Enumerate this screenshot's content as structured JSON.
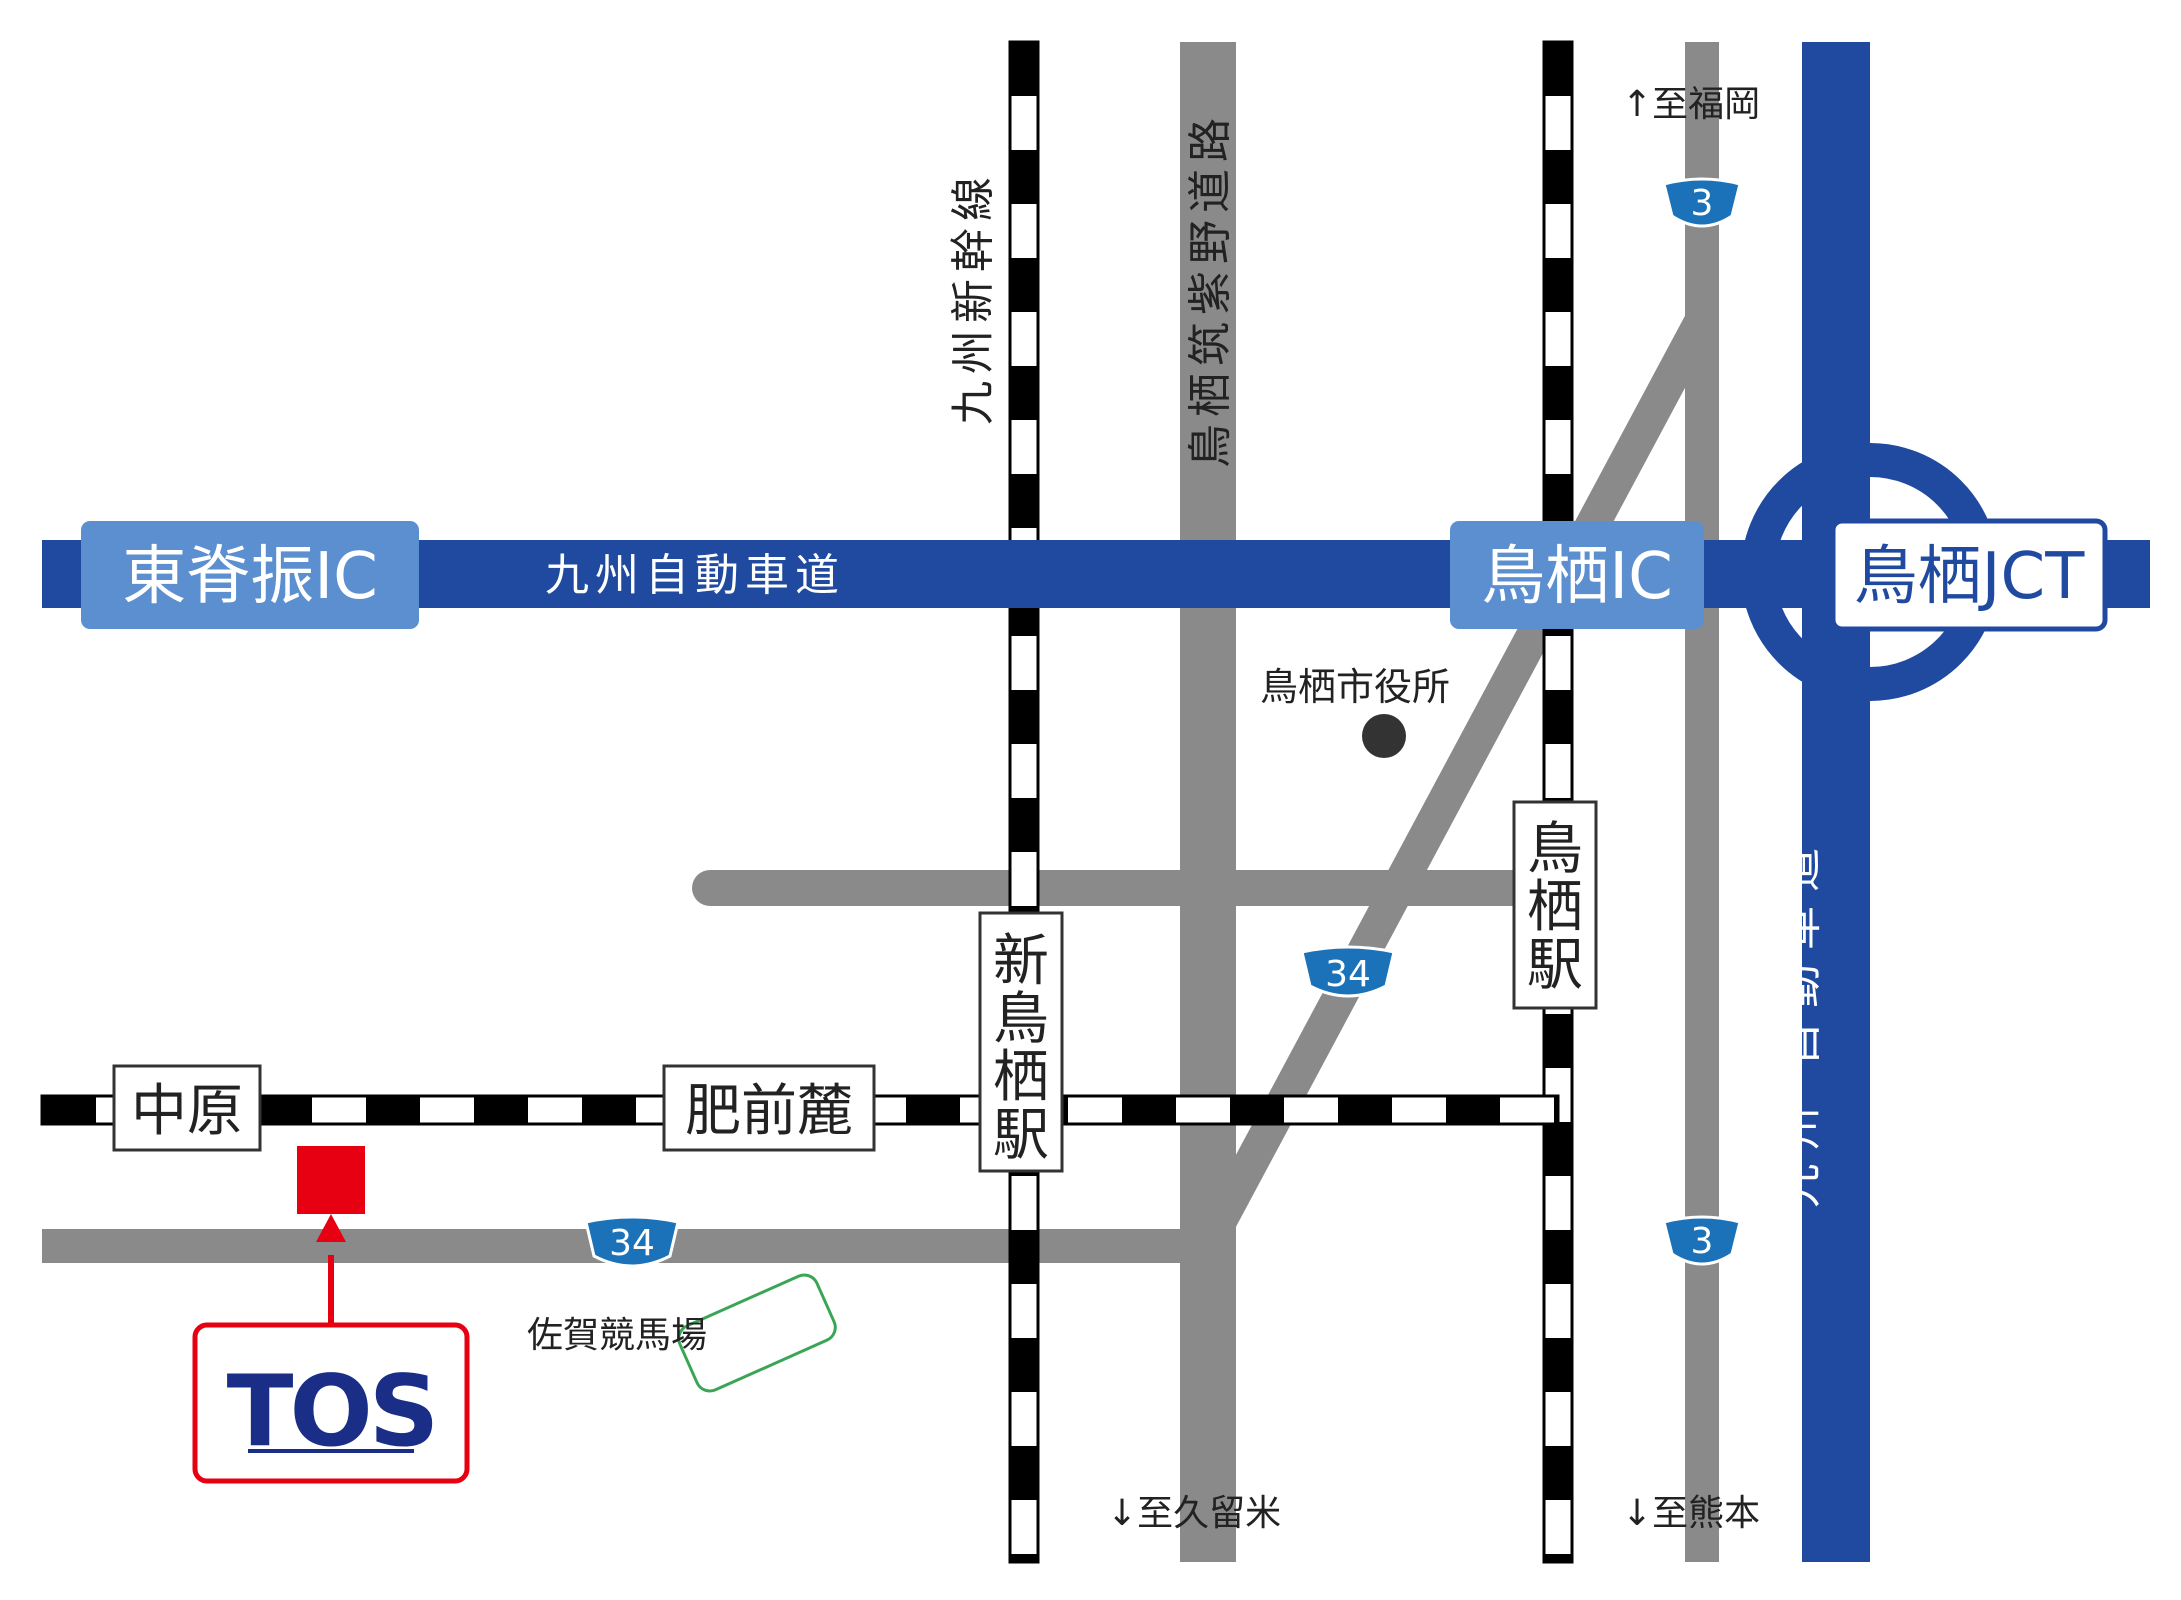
{
  "expressway": {
    "name": "九州自動車道",
    "name_vertical": [
      "九",
      "州",
      "自",
      "動",
      "車",
      "道"
    ]
  },
  "interchanges": {
    "higashi_sefuri": "東脊振IC",
    "tosu_ic": "鳥栖IC",
    "tosu_jct": "鳥栖JCT"
  },
  "lines": {
    "shinkansen": [
      "九",
      "州",
      "新",
      "幹",
      "線"
    ],
    "tosu_chikushino_road": [
      "鳥",
      "栖",
      "筑",
      "紫",
      "野",
      "道",
      "路"
    ]
  },
  "stations": {
    "nakabaru": "中原",
    "hizenfumoto": "肥前麓",
    "shin_tosu": [
      "新",
      "鳥",
      "栖",
      "駅"
    ],
    "tosu": [
      "鳥",
      "栖",
      "駅"
    ]
  },
  "landmarks": {
    "city_hall": "鳥栖市役所",
    "racecourse": "佐賀競馬場"
  },
  "routes": {
    "r34_a": "34",
    "r34_b": "34",
    "r3_a": "3",
    "r3_b": "3"
  },
  "directions": {
    "fukuoka": "↑至福岡",
    "kurume": "↓至久留米",
    "kumamoto": "↓至熊本"
  },
  "company": {
    "logo_text": "TOS"
  },
  "colors": {
    "expressway": "#1f4aa0",
    "ic_box": "#5b8fd0",
    "road": "#8a8a8a",
    "route_shield": "#1b72b8",
    "marker": "#e60012",
    "racecourse": "#3aa655",
    "rail_dark": "#000000"
  }
}
